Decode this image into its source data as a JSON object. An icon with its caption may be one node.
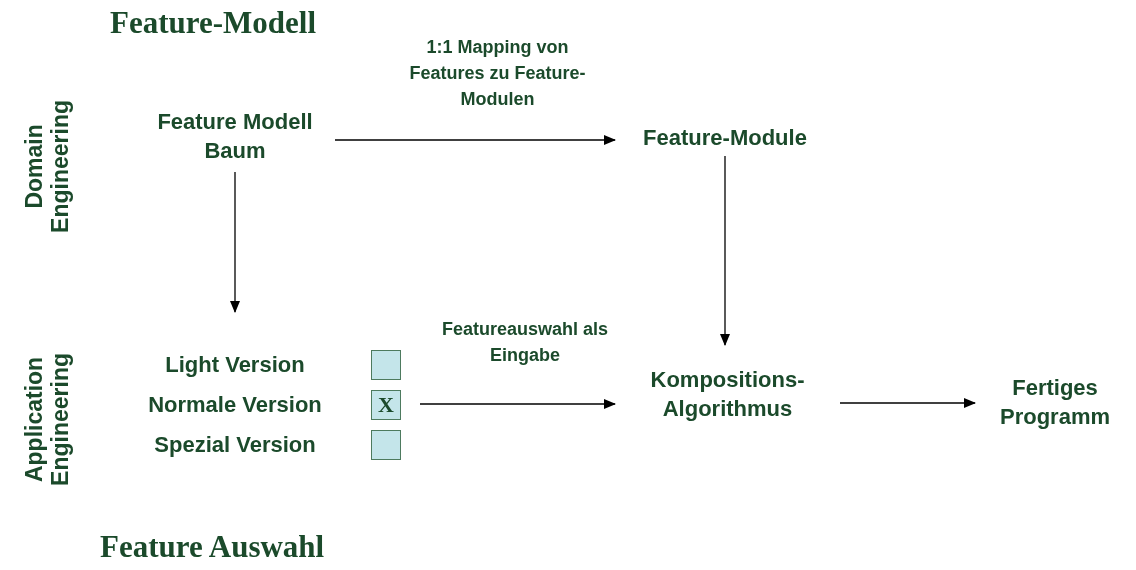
{
  "diagram": {
    "nodes": [
      {
        "text": [
          "Feature Modell Baum"
        ]
      },
      {
        "text": [
          "Feature-Module"
        ]
      },
      {
        "text": [
          "Light Version"
        ]
      },
      {
        "text": [
          "Normale Version"
        ]
      },
      {
        "text": [
          "Spezial Version"
        ]
      },
      {
        "text": [
          "Kompositions- Algorithmus"
        ]
      },
      {
        "text": [
          "Fertiges Programm"
        ]
      }
    ],
    "edges": [
      {
        "from": 0,
        "to": 1,
        "arrow": "to",
        "label": "1:1 Mapping von Features zu Feature-Modulen"
      },
      {
        "from": 0,
        "to": 2,
        "arrow": "to"
      },
      {
        "from": 1,
        "to": 5,
        "arrow": "to"
      },
      {
        "from": 3,
        "to": 5,
        "arrow": "to",
        "label": "Featureauswahl als Eingabe"
      },
      {
        "from": 5,
        "to": 6,
        "arrow": "to"
      }
    ],
    "labels": [
      "Feature-Modell",
      "Domain Engineering",
      "Application Engineering",
      "Feature Auswahl",
      "X"
    ]
  }
}
